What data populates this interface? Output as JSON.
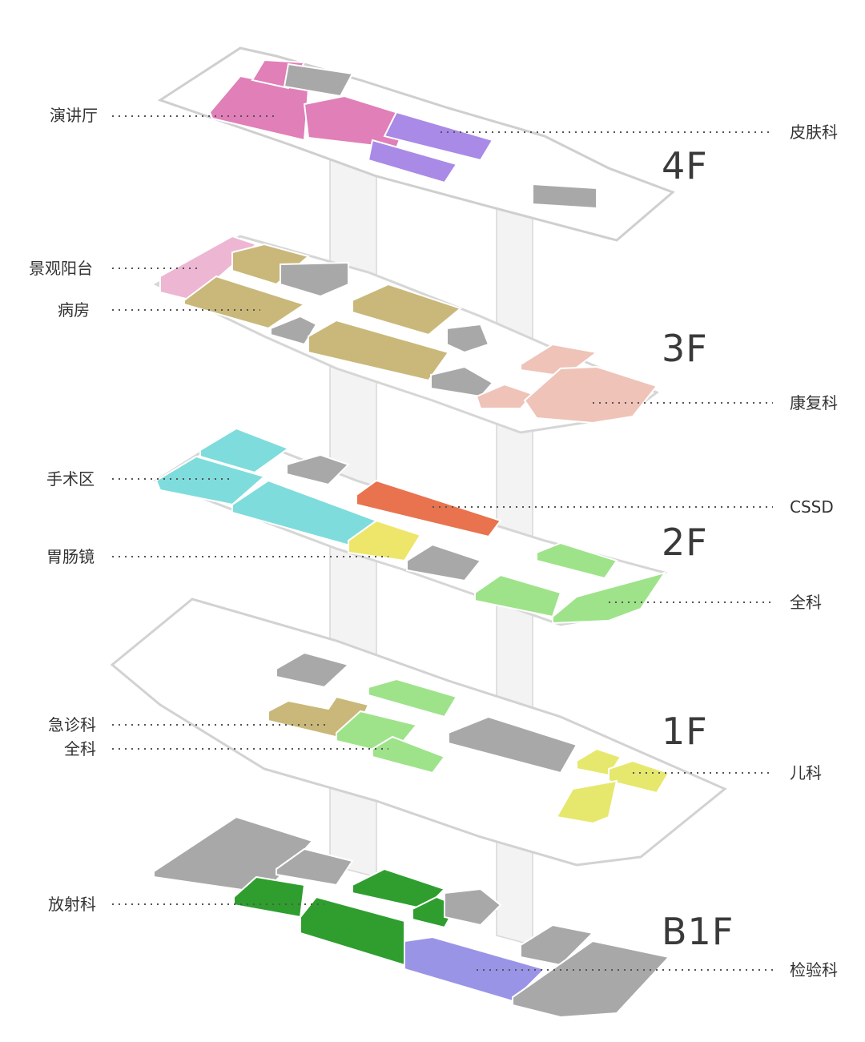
{
  "floors": [
    {
      "id": "4F",
      "label": "4F"
    },
    {
      "id": "3F",
      "label": "3F"
    },
    {
      "id": "2F",
      "label": "2F"
    },
    {
      "id": "1F",
      "label": "1F"
    },
    {
      "id": "B1F",
      "label": "B1F"
    }
  ],
  "labels": {
    "lecture_hall": "演讲厅",
    "dermatology": "皮肤科",
    "view_balcony": "景观阳台",
    "ward": "病房",
    "rehabilitation": "康复科",
    "surgery": "手术区",
    "cssd": "CSSD",
    "endoscopy": "胃肠镜",
    "general_2f": "全科",
    "emergency": "急诊科",
    "general_1f": "全科",
    "pediatrics": "儿科",
    "radiology": "放射科",
    "laboratory": "检验科"
  },
  "colors": {
    "lecture_hall": "#e07fb8",
    "dermatology": "#a98ae6",
    "view_balcony": "#edb6d2",
    "ward": "#c9b87a",
    "rehabilitation": "#efc3b8",
    "surgery": "#7fdcdc",
    "cssd": "#e8734e",
    "endoscopy": "#ede66a",
    "general": "#9ee38a",
    "emergency": "#c9b87a",
    "pediatrics": "#e6e86e",
    "radiology": "#2f9e2f",
    "laboratory": "#9a94e6",
    "service": "#a8a8a8",
    "outline": "#c9c9c9",
    "leader": "#555555"
  }
}
